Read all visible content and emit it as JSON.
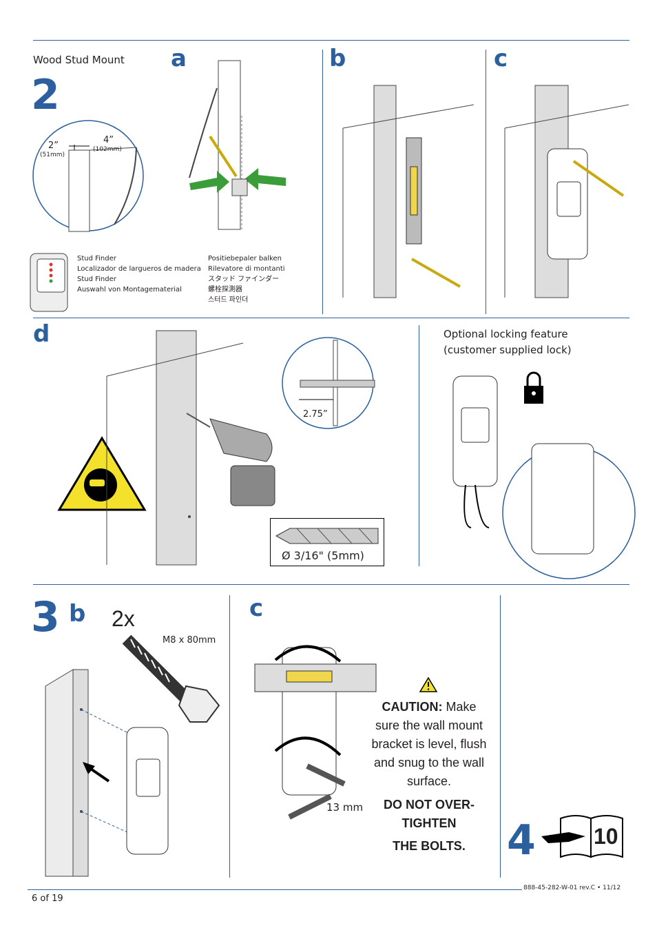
{
  "header": {
    "section_title": "Wood Stud Mount"
  },
  "step2": {
    "number": "2",
    "letters": {
      "a": "a",
      "b": "b",
      "c": "c",
      "d": "d"
    },
    "dims": {
      "stud_depth": "2”",
      "stud_depth_mm": "(51mm)",
      "stud_width": "4”",
      "stud_width_mm": "(102mm)"
    },
    "stud_finder_labels": [
      "Stud Finder",
      "Localizador de largueros de madera",
      "Stud Finder",
      "Auswahl von Montagematerial"
    ],
    "stud_finder_labels_2": [
      "Positiebepaler balken",
      "Rilevatore di montanti",
      "スタッド ファインダー",
      "螺栓探測器",
      "스터드 파인더"
    ],
    "drill_depth": "2.75”",
    "drill_bit": "Ø 3/16\" (5mm)",
    "optional_lock": [
      "Optional locking feature",
      "(customer supplied lock)"
    ]
  },
  "step3": {
    "number": "3",
    "letter_b": "b",
    "letter_c": "c",
    "qty": "2x",
    "bolt_size": "M8 x 80mm",
    "wrench_size": "13 mm",
    "caution_label": "CAUTION:",
    "caution_text": "Make sure the wall mount bracket is level, flush and snug to the wall surface.",
    "warning_1": "DO NOT OVER-",
    "warning_2": "TIGHTEN",
    "warning_3": "THE BOLTS."
  },
  "step4": {
    "number": "4",
    "page_ref": "10"
  },
  "footer": {
    "page": "6 of 19",
    "doc_code": "888-45-282-W-01 rev.C • 11/12"
  }
}
